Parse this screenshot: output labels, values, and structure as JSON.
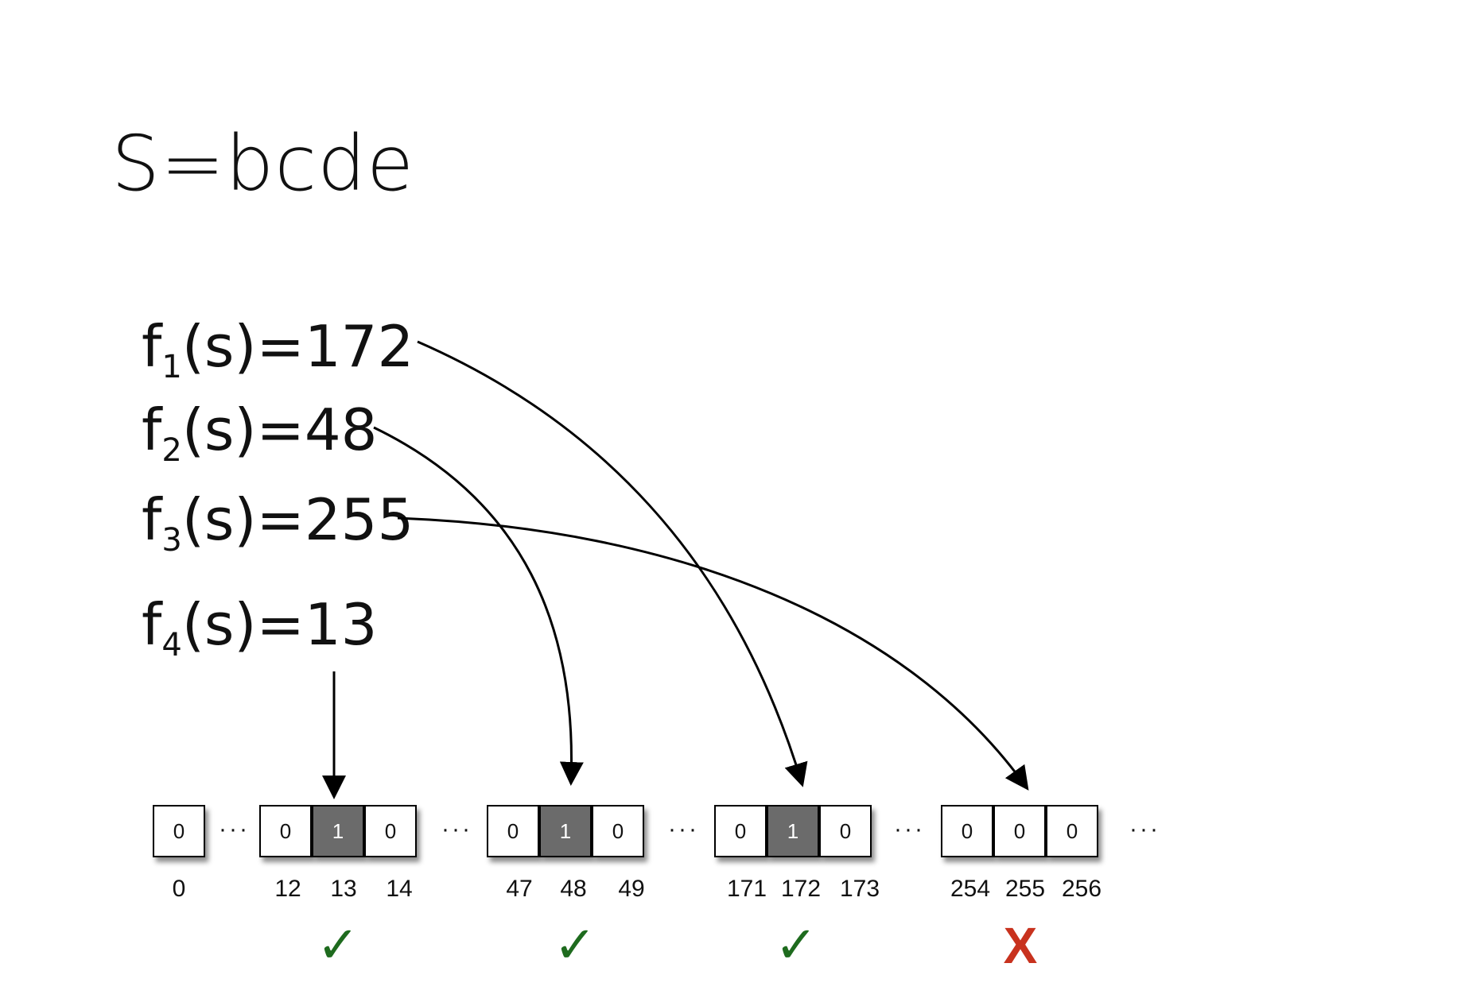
{
  "title": "S=bcde",
  "functions": [
    {
      "name": "f",
      "sub": "1",
      "arg": "(s)=",
      "value": "172"
    },
    {
      "name": "f",
      "sub": "2",
      "arg": "(s)=",
      "value": "48"
    },
    {
      "name": "f",
      "sub": "3",
      "arg": "(s)=",
      "value": "255"
    },
    {
      "name": "f",
      "sub": "4",
      "arg": "(s)=",
      "value": "13"
    }
  ],
  "groups": [
    {
      "cells": [
        {
          "value": "0",
          "index": "0",
          "set": false
        }
      ],
      "mark": null
    },
    {
      "cells": [
        {
          "value": "0",
          "index": "12",
          "set": false
        },
        {
          "value": "1",
          "index": "13",
          "set": true
        },
        {
          "value": "0",
          "index": "14",
          "set": false
        }
      ],
      "mark": "✓"
    },
    {
      "cells": [
        {
          "value": "0",
          "index": "47",
          "set": false
        },
        {
          "value": "1",
          "index": "48",
          "set": true
        },
        {
          "value": "0",
          "index": "49",
          "set": false
        }
      ],
      "mark": "✓"
    },
    {
      "cells": [
        {
          "value": "0",
          "index": "171",
          "set": false
        },
        {
          "value": "1",
          "index": "172",
          "set": true
        },
        {
          "value": "0",
          "index": "173",
          "set": false
        }
      ],
      "mark": "✓"
    },
    {
      "cells": [
        {
          "value": "0",
          "index": "254",
          "set": false
        },
        {
          "value": "0",
          "index": "255",
          "set": false
        },
        {
          "value": "0",
          "index": "256",
          "set": false
        }
      ],
      "mark": "X"
    }
  ],
  "ellipsis": "···",
  "colors": {
    "set_cell": "#6b6b6b",
    "check": "#1e6b1e",
    "cross": "#c8321e"
  }
}
